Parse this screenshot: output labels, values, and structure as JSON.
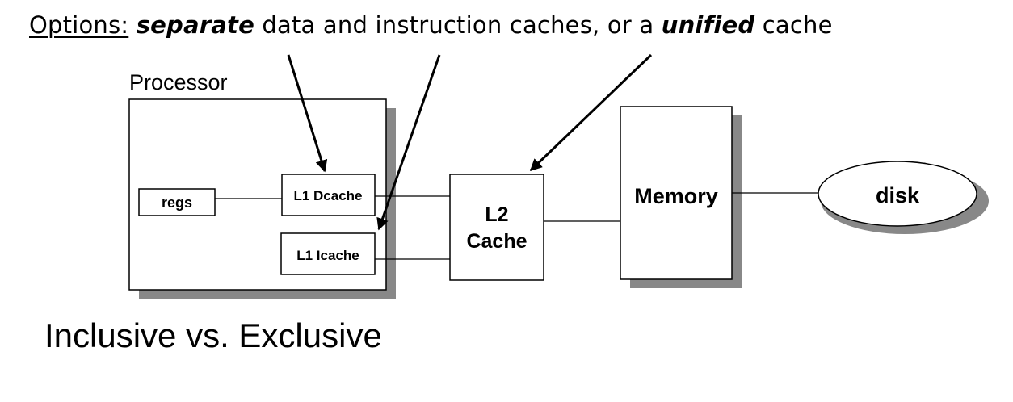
{
  "headline": {
    "options_label": "Options:",
    "separate": "separate",
    "middle": " data and instruction caches, or a ",
    "unified": "unified",
    "end": " cache"
  },
  "diagram": {
    "processor_label": "Processor",
    "regs": "regs",
    "l1_dcache": "L1 Dcache",
    "l1_icache": "L1 Icache",
    "l2_line1": "L2",
    "l2_line2": "Cache",
    "memory": "Memory",
    "disk": "disk"
  },
  "footer": "Inclusive vs. Exclusive",
  "colors": {
    "shadow": "#888888",
    "stroke": "#000000",
    "fill": "#ffffff"
  }
}
